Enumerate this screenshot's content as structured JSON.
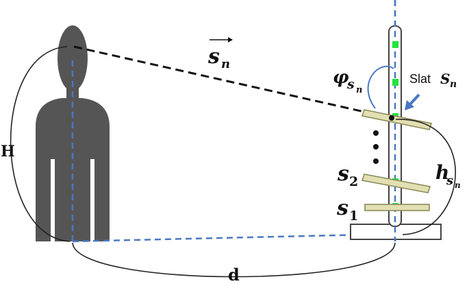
{
  "labels": {
    "vector_s": "s",
    "vector_sub": "n",
    "height": "H",
    "distance": "d",
    "angle_phi": "φ",
    "angle_s": "s",
    "angle_sub": "n",
    "slat_word": "Slat",
    "slat_s": "S",
    "slat_sub": "n",
    "slat2_s": "s",
    "slat2_sub": "2",
    "slat1_s": "s",
    "slat1_sub": "1",
    "h_main": "h",
    "h_s": "s",
    "h_sub": "n"
  },
  "colors": {
    "person": "#555555",
    "blue_dash": "#4a78c2",
    "slat_fill": "#e2dfb2",
    "slat_stroke": "#8c8a5a",
    "sensor_green": "#22e43a",
    "outline": "#444444"
  }
}
